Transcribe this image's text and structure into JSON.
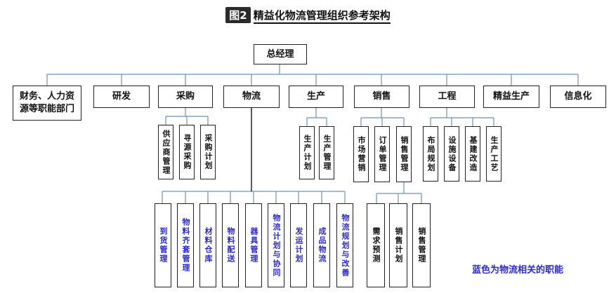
{
  "figure": {
    "tag": "图2",
    "title": "精益化物流管理组织参考架构"
  },
  "root": {
    "label": "总经理"
  },
  "departments": {
    "finance_hr": "财务、人力资源等职能部门",
    "rd": "研发",
    "purchasing": "采购",
    "logistics": "物流",
    "production": "生产",
    "sales": "销售",
    "engineering": "工程",
    "lean_production": "精益生产",
    "it": "信息化"
  },
  "purchasing_sub": [
    "供应商管理",
    "寻源采购",
    "采购计划"
  ],
  "production_sub": [
    "生产计划",
    "生产管理"
  ],
  "sales_sub": [
    "市场营销",
    "订单管理",
    "销售管理"
  ],
  "engineering_sub": [
    "布局规划",
    "设施设备",
    "基建改造",
    "生产工艺"
  ],
  "logistics_sub": [
    "到货管理",
    "物料齐套管理",
    "材料仓库",
    "物料配送",
    "器具管理",
    "物流计划与协同",
    "发运计划",
    "成品物流",
    "物流规划与改善"
  ],
  "sales_management_sub": [
    "需求预测",
    "销售计划",
    "销售管理"
  ],
  "note": "蓝色为物流相关的职能",
  "colors": {
    "logistics_related": "#2a2ad0",
    "connector": "#6e8fb6"
  }
}
